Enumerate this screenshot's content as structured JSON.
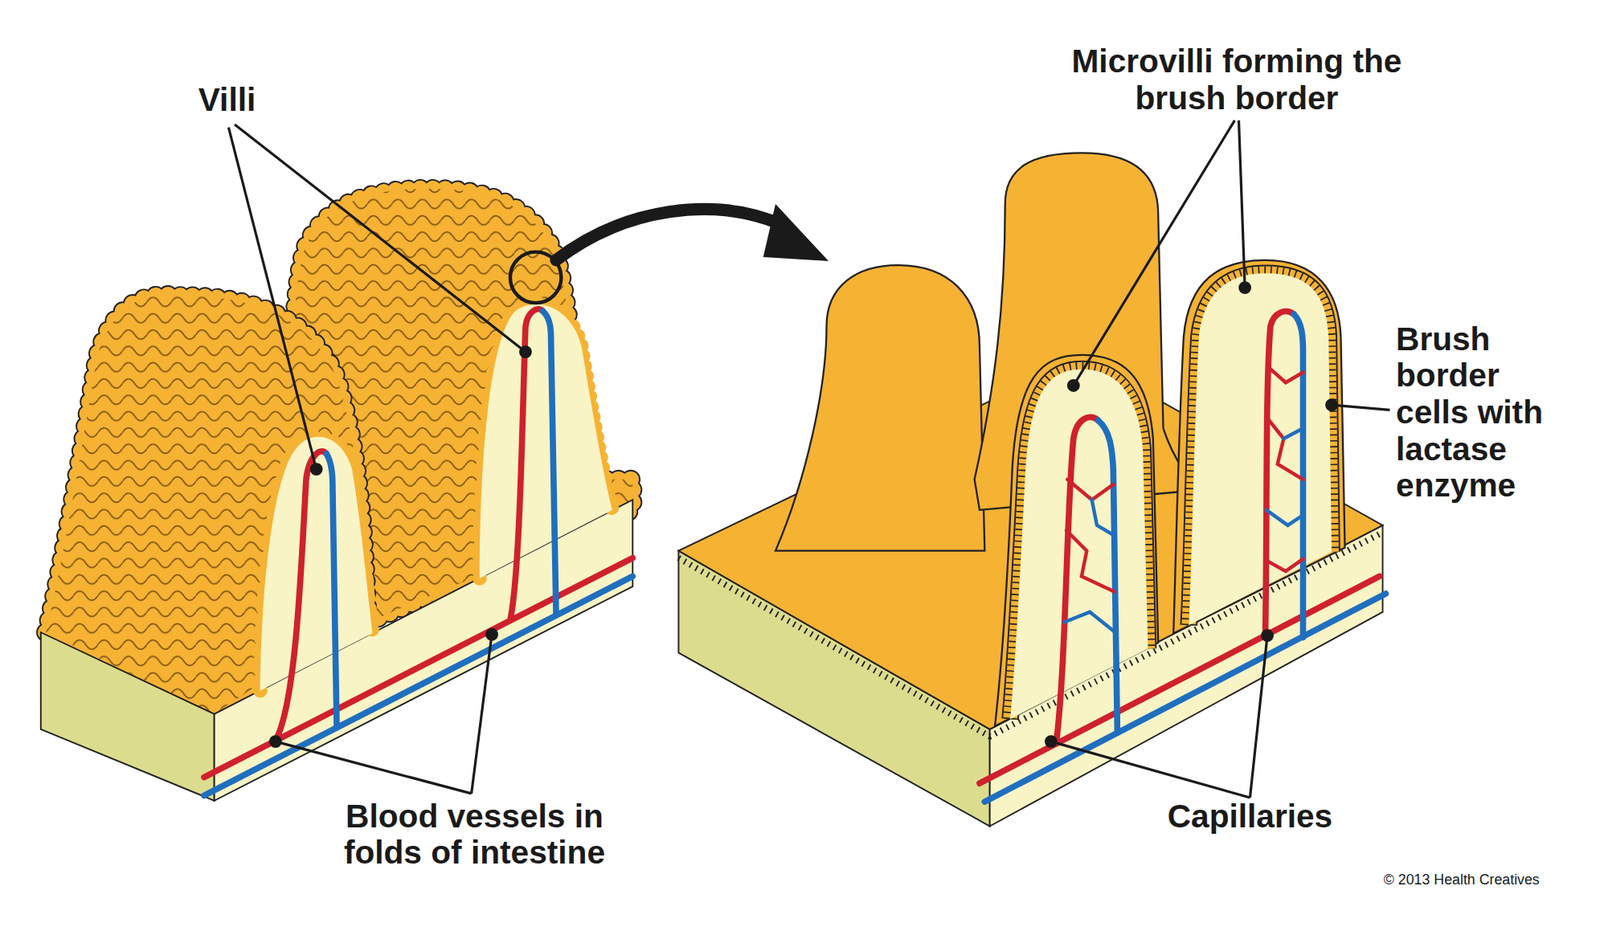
{
  "diagram": {
    "labels": [
      "Villi",
      "Blood vessels in folds of intestine",
      "Microvilli forming the brush border",
      "Brush border cells with lactase enzyme",
      "Capillaries",
      "© 2013 Health Creatives"
    ]
  }
}
